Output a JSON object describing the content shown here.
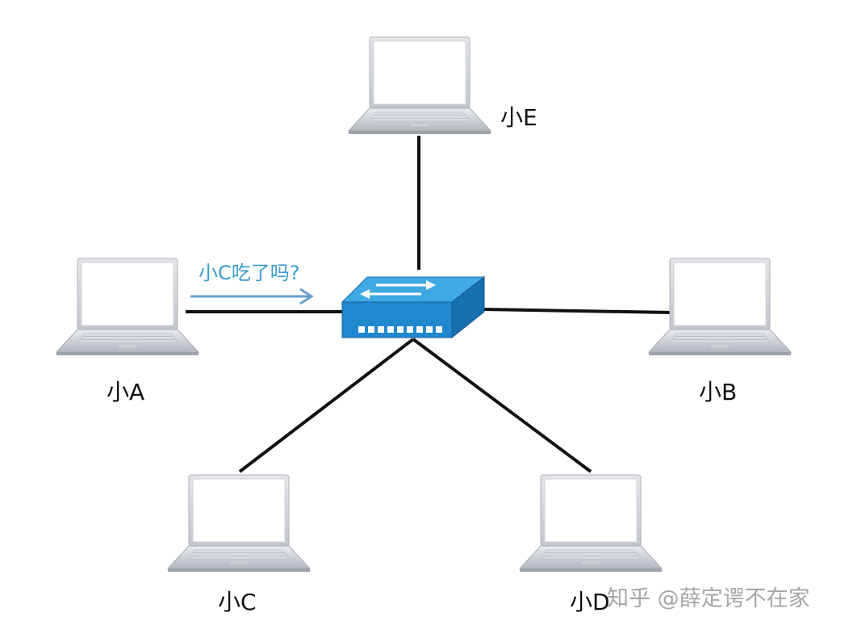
{
  "nodes": {
    "a": {
      "label": "小A"
    },
    "b": {
      "label": "小B"
    },
    "c": {
      "label": "小C"
    },
    "d": {
      "label": "小D"
    },
    "e": {
      "label": "小E"
    }
  },
  "message": {
    "text": "小C吃了吗?"
  },
  "watermark": {
    "text": "知乎 @薛定谔不在家"
  },
  "colors": {
    "link": "#111111",
    "message": "#3a9dd0",
    "arrow": "#6a9fcf",
    "switch_top": "#3fa9e4",
    "switch_front": "#1f88cf",
    "switch_side": "#176fae"
  }
}
